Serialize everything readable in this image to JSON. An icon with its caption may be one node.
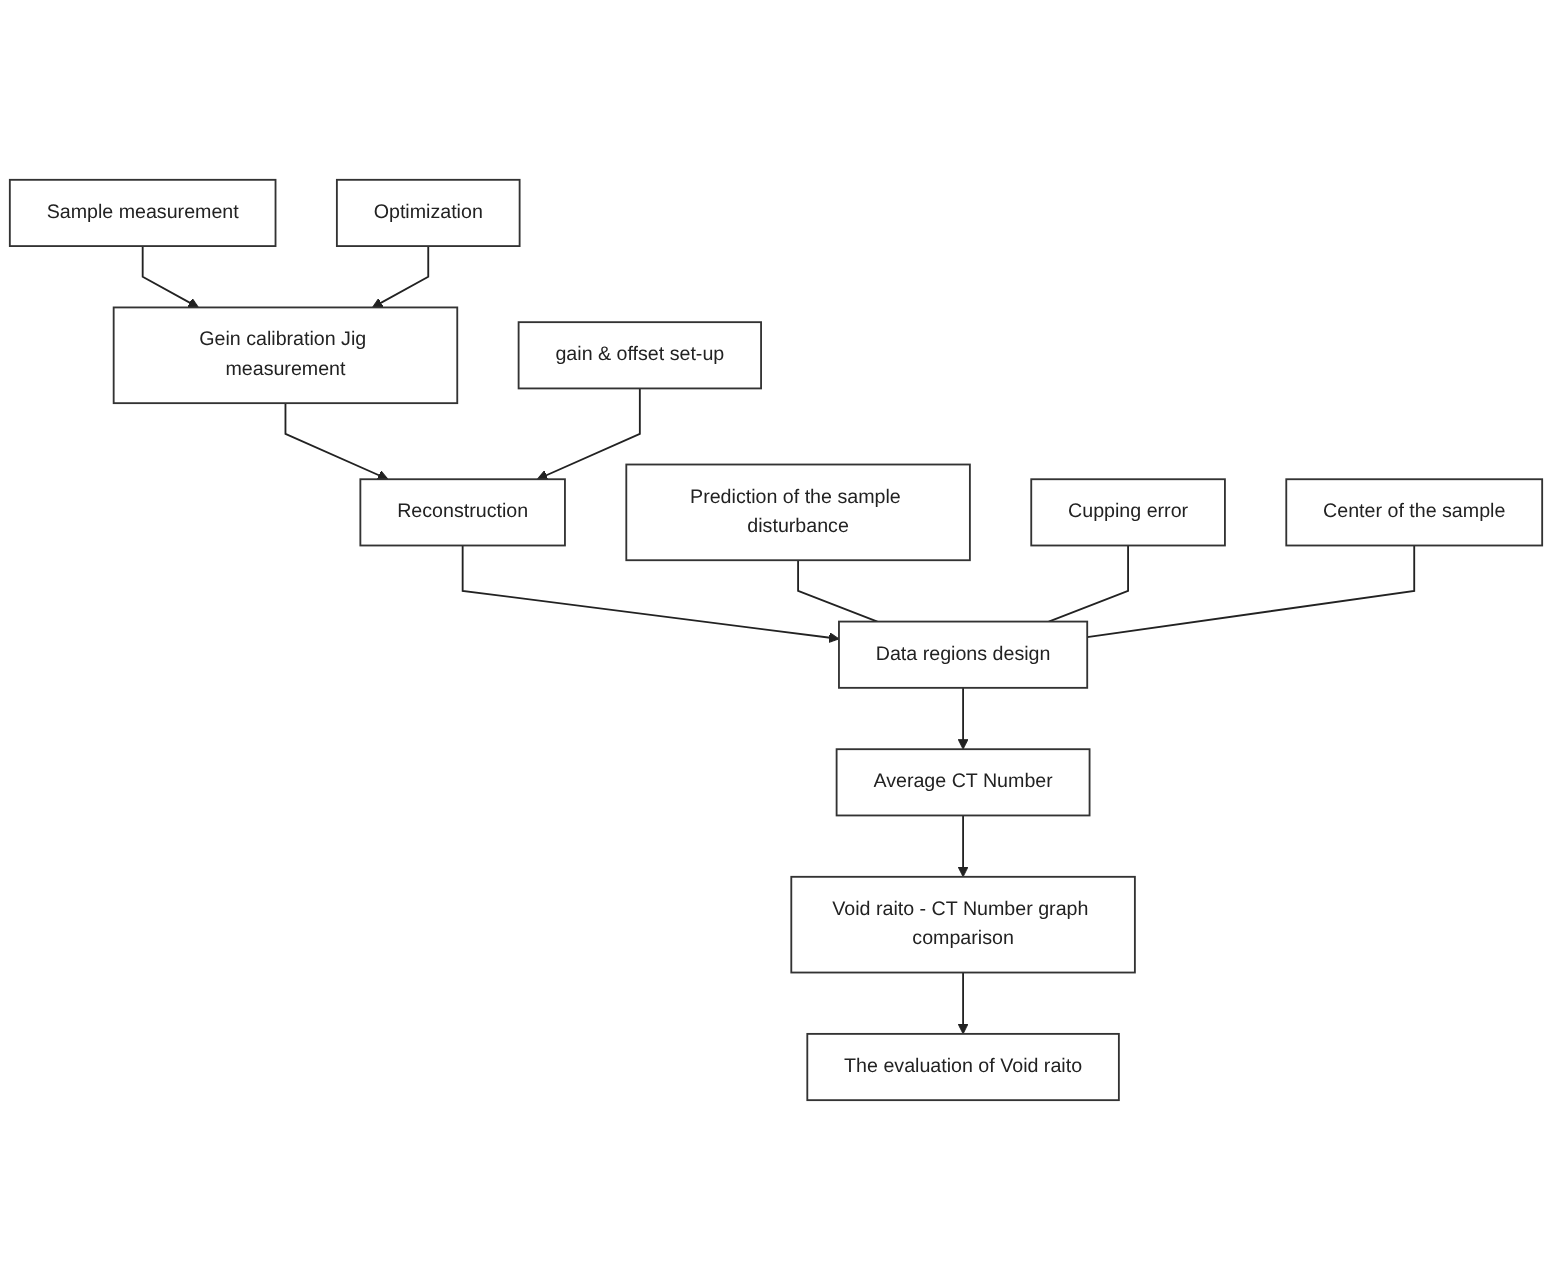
{
  "diagram": {
    "nodes": [
      {
        "text": [
          "Sample measurement"
        ]
      },
      {
        "text": [
          "Optimization"
        ]
      },
      {
        "text": [
          "Gein calibration Jig measurement"
        ]
      },
      {
        "text": [
          "gain & offset set-up"
        ]
      },
      {
        "text": [
          "Reconstruction"
        ]
      },
      {
        "text": [
          "Prediction of the sample disturbance"
        ]
      },
      {
        "text": [
          "Cupping error"
        ]
      },
      {
        "text": [
          "Center of the sample"
        ]
      },
      {
        "text": [
          "Data regions design"
        ]
      },
      {
        "text": [
          "Average CT Number"
        ]
      },
      {
        "text": [
          "Void raito - CT Number graph comparison"
        ]
      },
      {
        "text": [
          "The evaluation of Void raito"
        ]
      }
    ],
    "edges": [
      {
        "from": 0,
        "to": 2,
        "arrow": "to"
      },
      {
        "from": 1,
        "to": 2,
        "arrow": "to"
      },
      {
        "from": 2,
        "to": 4,
        "arrow": "to"
      },
      {
        "from": 3,
        "to": 4,
        "arrow": "to"
      },
      {
        "from": 4,
        "to": 8,
        "arrow": "to"
      },
      {
        "from": 5,
        "to": 8,
        "arrow": "none"
      },
      {
        "from": 6,
        "to": 8,
        "arrow": "none"
      },
      {
        "from": 7,
        "to": 8,
        "arrow": "none"
      },
      {
        "from": 8,
        "to": 9,
        "arrow": "to"
      },
      {
        "from": 9,
        "to": 10,
        "arrow": "to"
      },
      {
        "from": 10,
        "to": 11,
        "arrow": "to"
      }
    ]
  }
}
